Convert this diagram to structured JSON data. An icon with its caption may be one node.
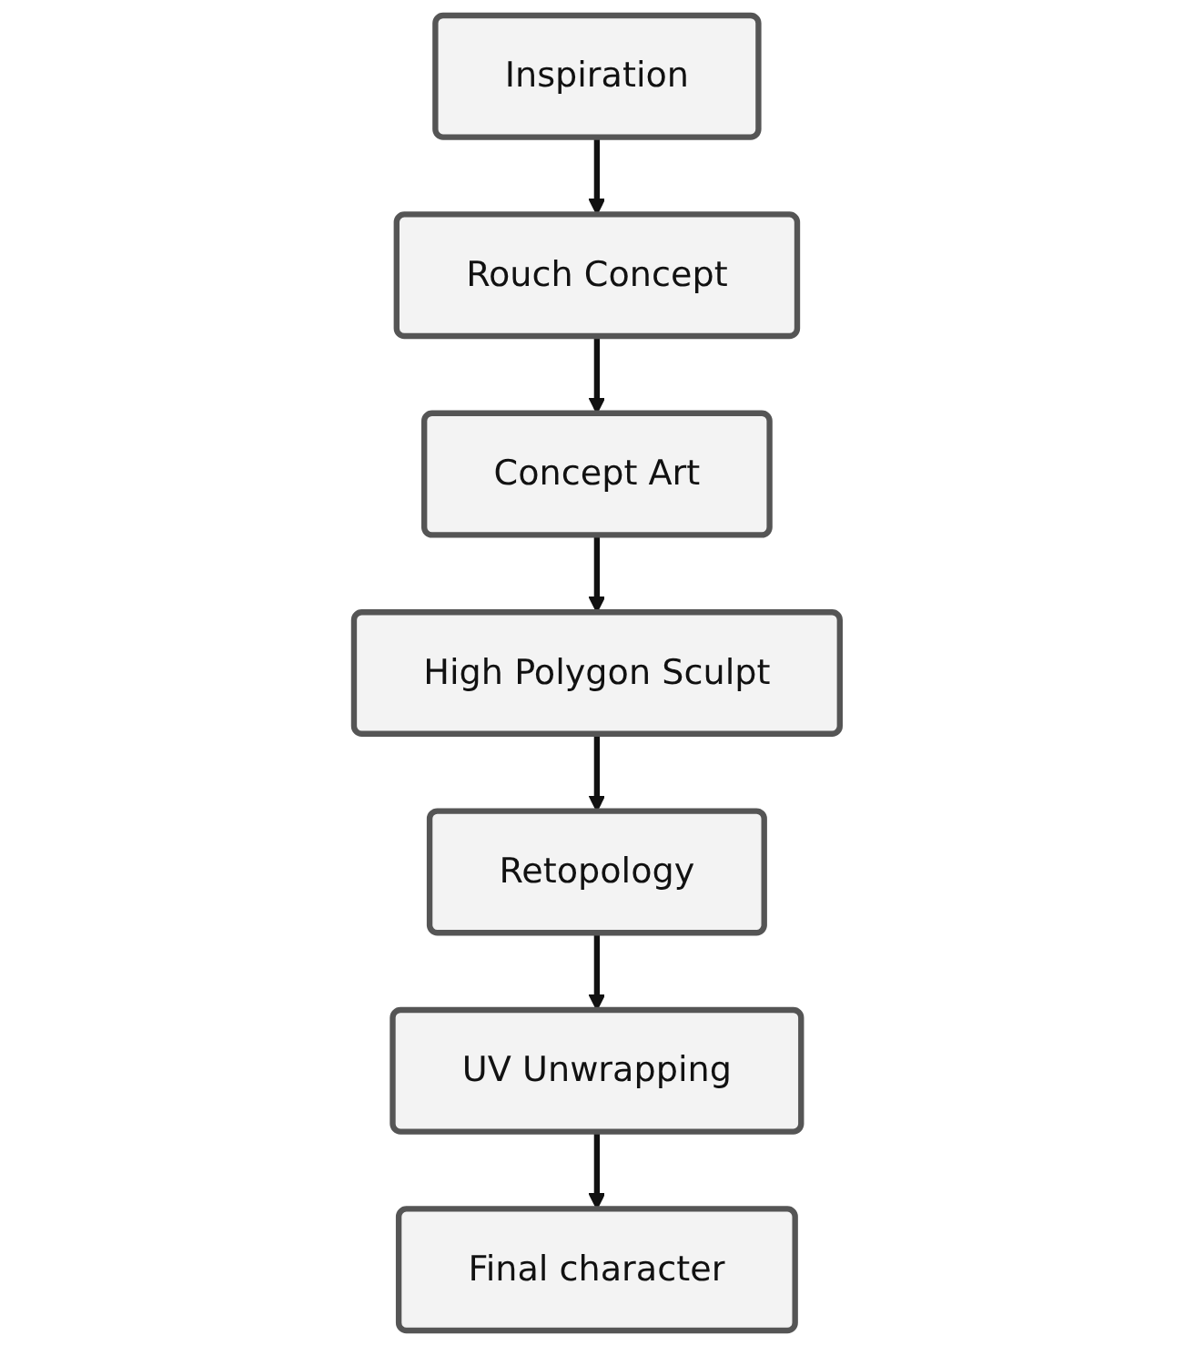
{
  "diagram": {
    "nodes": [
      {
        "text": [
          "Inspiration"
        ]
      },
      {
        "text": [
          "Rouch Concept"
        ]
      },
      {
        "text": [
          "Concept Art"
        ]
      },
      {
        "text": [
          "High Polygon Sculpt"
        ]
      },
      {
        "text": [
          "Retopology"
        ]
      },
      {
        "text": [
          "UV Unwrapping"
        ]
      },
      {
        "text": [
          "Final character"
        ]
      }
    ],
    "edges": [
      {
        "from": 0,
        "to": 1,
        "arrow": "to"
      },
      {
        "from": 1,
        "to": 2,
        "arrow": "to"
      },
      {
        "from": 2,
        "to": 3,
        "arrow": "to"
      },
      {
        "from": 3,
        "to": 4,
        "arrow": "to"
      },
      {
        "from": 4,
        "to": 5,
        "arrow": "to"
      },
      {
        "from": 5,
        "to": 6,
        "arrow": "to"
      }
    ]
  }
}
